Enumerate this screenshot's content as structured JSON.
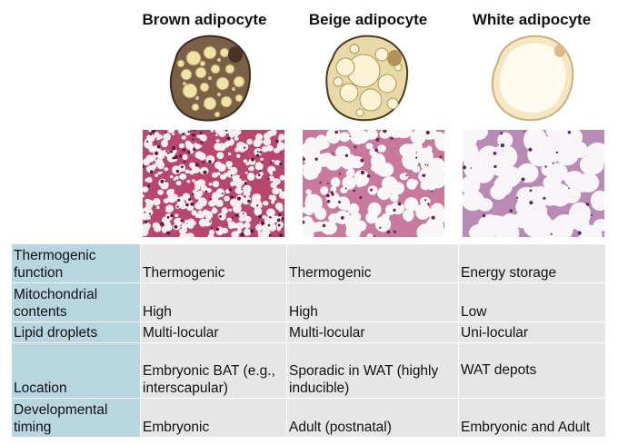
{
  "titles": [
    "Brown adipocyte",
    "Beige adipocyte",
    "White adipocyte"
  ],
  "colors": {
    "brown_cell": "#7a5e46",
    "beige_cell": "#ecdca8",
    "white_cell": "#f6e7c5",
    "lipid": "#efe2a6",
    "tissue_pink": "#c95c86",
    "row_header_bg": "#b7d6df",
    "cell_bg": "#e6e6e6"
  },
  "table": {
    "rows": [
      {
        "header": "Thermogenic function",
        "brown": "Thermogenic",
        "beige": "Thermogenic",
        "white": "Energy storage"
      },
      {
        "header": "Mitochondrial contents",
        "brown": "High",
        "beige": "High",
        "white": "Low"
      },
      {
        "header": "Lipid droplets",
        "brown": "Multi-locular",
        "beige": "Multi-locular",
        "white": "Uni-locular"
      },
      {
        "header": "Location",
        "brown": "Embryonic BAT (e.g., interscapular)",
        "beige": "Sporadic in WAT (highly inducible)",
        "white": "WAT depots"
      },
      {
        "header": "Developmental timing",
        "brown": "Embryonic",
        "beige": "Adult (postnatal)",
        "white": "Embryonic and Adult"
      }
    ]
  }
}
